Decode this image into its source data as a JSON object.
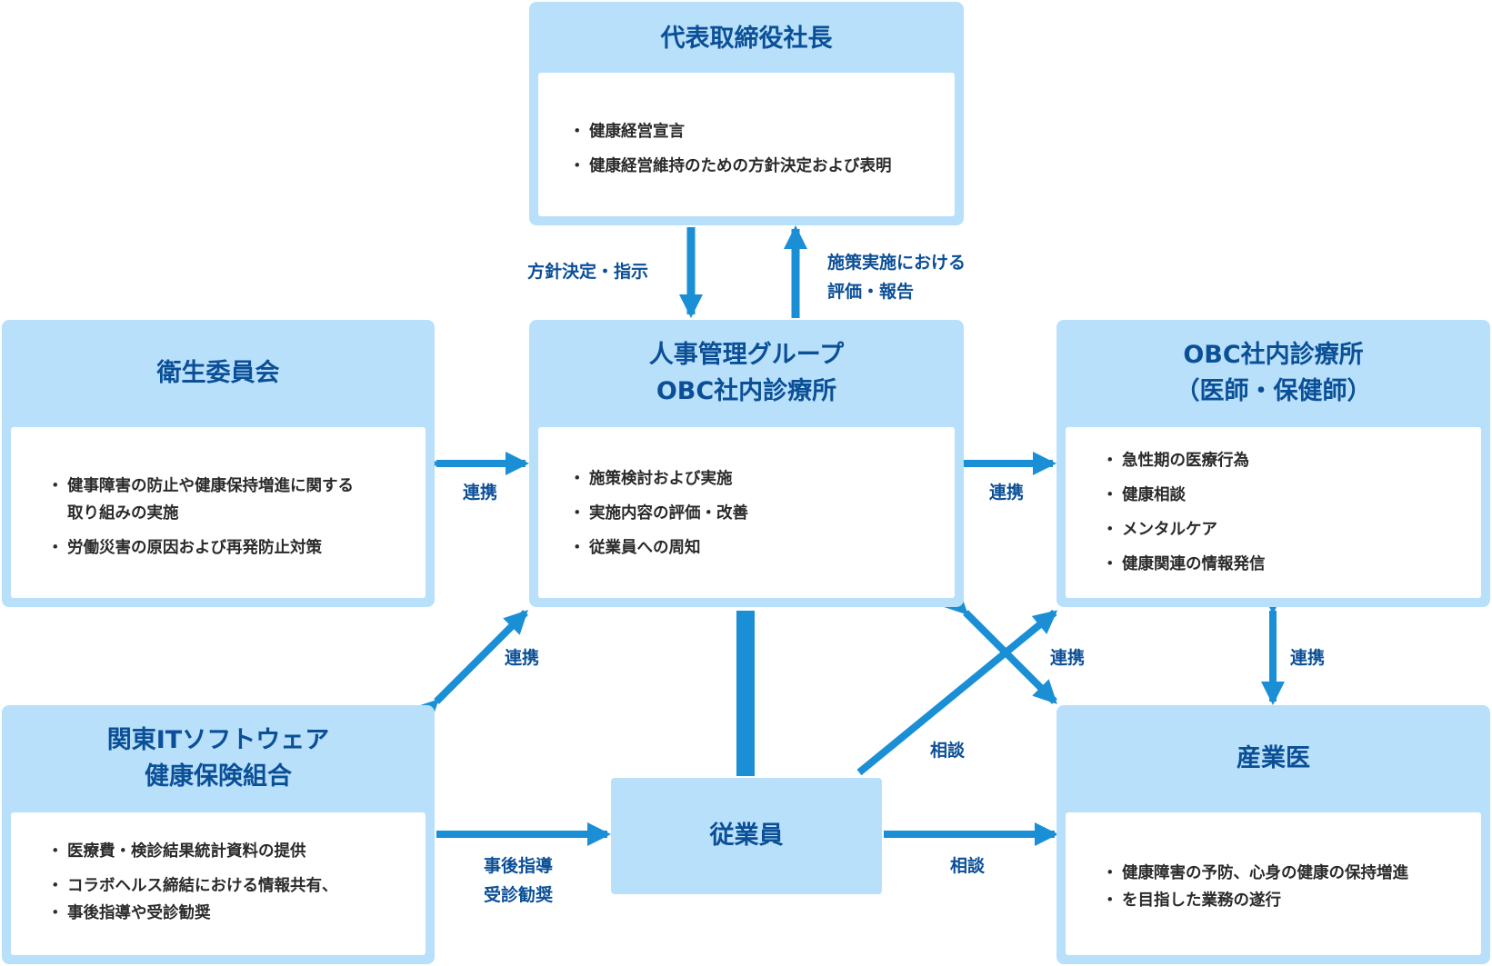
{
  "colors": {
    "box_fill": "#b8e0fb",
    "title_text": "#0b4f97",
    "arrow": "#1a8fd6",
    "item_text": "#2a2a2a"
  },
  "president": {
    "title": "代表取締役社長",
    "items": [
      "健康経営宣言",
      "健康経営維持のための方針決定および表明"
    ]
  },
  "hr": {
    "title_line1": "人事管理グループ",
    "title_line2": "OBC社内診療所",
    "items": [
      "施策検討および実施",
      "実施内容の評価・改善",
      "従業員への周知"
    ]
  },
  "committee": {
    "title": "衛生委員会",
    "items": [
      "健事障害の防止や健康保持増進に関する",
      "取り組みの実施",
      "労働災害の原因および再発防止対策"
    ]
  },
  "clinic": {
    "title_line1": "OBC社内診療所",
    "title_line2": "（医師・保健師）",
    "items": [
      "急性期の医療行為",
      "健康相談",
      "メンタルケア",
      "健康関連の情報発信"
    ]
  },
  "insurance": {
    "title_line1": "関東ITソフトウェア",
    "title_line2": "健康保険組合",
    "items": [
      "医療費・検診結果統計資料の提供",
      "コラボヘルス締結における情報共有、",
      "事後指導や受診勧奨"
    ]
  },
  "employee": {
    "title": "従業員"
  },
  "doctor": {
    "title": "産業医",
    "items": [
      "健康障害の予防、心身の健康の保持増進",
      "を目指した業務の遂行"
    ]
  },
  "labels": {
    "policy": "方針決定・指示",
    "report_line1": "施策実施における",
    "report_line2": "評価・報告",
    "link_left": "連携",
    "link_right": "連携",
    "link_diag_left": "連携",
    "link_diag_right": "連携",
    "link_clinic_doctor": "連携",
    "consult_diag": "相談",
    "consult_horiz": "相談",
    "guidance_line1": "事後指導",
    "guidance_line2": "受診勧奨"
  }
}
